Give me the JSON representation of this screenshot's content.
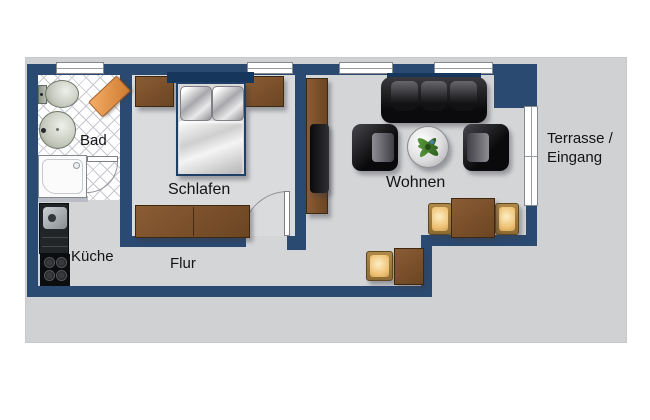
{
  "rooms": {
    "bad": {
      "label": "Bad"
    },
    "schlafen": {
      "label": "Schlafen"
    },
    "flur": {
      "label": "Flur"
    },
    "kueche": {
      "label": "Küche"
    },
    "wohnen": {
      "label": "Wohnen"
    }
  },
  "outdoor": {
    "label_line1": "Terrasse /",
    "label_line2": "Eingang"
  },
  "furniture_icons": {
    "toilet": "css-shape",
    "sink": "css-shape",
    "shower": "css-shape",
    "bath-mat": "css-shape",
    "double-bed": "css-shape",
    "nightstand": "css-shape",
    "wardrobe": "css-shape",
    "kitchen-unit": "css-shape",
    "stove": "css-shape",
    "tv-sideboard": "css-shape",
    "tv": "css-shape",
    "sofa": "css-shape",
    "armchair": "css-shape",
    "plant-table": "css-shape",
    "dining-table": "css-shape",
    "dining-chair": "css-shape",
    "window": "css-shape",
    "door-swing": "css-shape",
    "terrace-door": "css-shape"
  },
  "colors": {
    "wall": "#2b4a72",
    "floor": "#d4d5d7",
    "floorBed": "#dadbdd",
    "outdoor": "#d0d1d3",
    "headboard": "#17365b",
    "wood1": "#8a5c34",
    "wood2": "#6b4522",
    "woodEdge": "#3c2910",
    "mat1": "#f3ad67",
    "mat2": "#cf7c30",
    "text": "#141414"
  }
}
